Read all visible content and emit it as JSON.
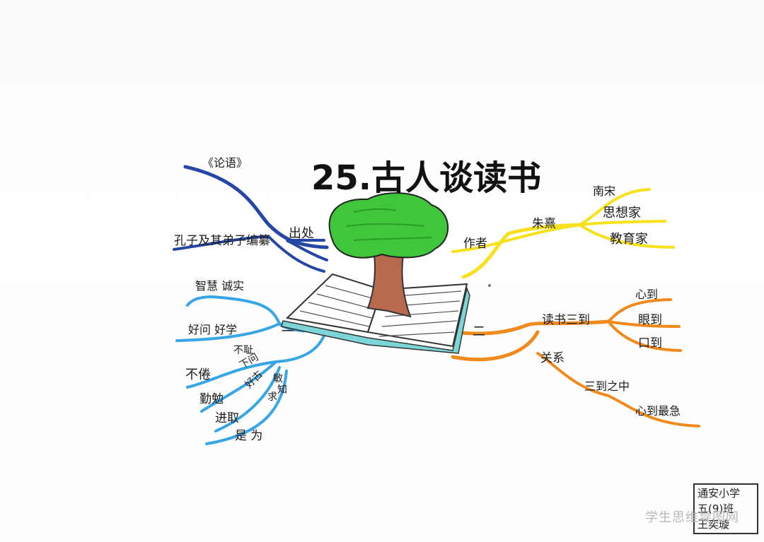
{
  "title": "25.古人谈读书",
  "branches": {
    "source": {
      "color": "#2646a6",
      "label": "出处",
      "items": [
        "《论语》",
        "孔子及其弟子编纂"
      ]
    },
    "author": {
      "color": "#f7e01c",
      "label": "作者",
      "name": "朱熹",
      "items": [
        "南宋",
        "思想家",
        "教育家"
      ]
    },
    "part_one": {
      "color": "#38a6e6",
      "label": "一",
      "items": [
        "智慧 诚实",
        "好问 好学",
        "不耻",
        "下问",
        "不倦",
        "勤勉",
        "进取",
        "好古",
        "敏",
        "求",
        "是 为",
        "知"
      ]
    },
    "part_two": {
      "color": "#f08a1c",
      "label": "二",
      "method": "读书三到",
      "method_items": [
        "心到",
        "眼到",
        "口到"
      ],
      "relation": "关系",
      "relation_items": [
        "三到之中",
        "心到最急"
      ]
    }
  },
  "credit": {
    "lines": [
      "通安小学",
      "五(9)班",
      "王奕璇"
    ]
  },
  "watermark": "学生思维导图网"
}
